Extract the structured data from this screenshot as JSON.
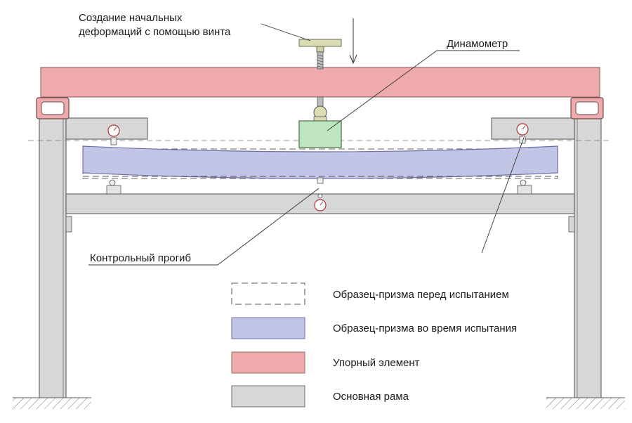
{
  "annotations": {
    "screw_line1": "Создание начальных",
    "screw_line2": "деформаций с помощью винта",
    "dynamometer": "Динамометр",
    "control_deflection": "Контрольный прогиб"
  },
  "legend": [
    {
      "label": "Образец-призма перед испытанием",
      "style": "dashed",
      "fill": "#ffffff",
      "stroke": "#555555"
    },
    {
      "label": "Образец-призма во время испытания",
      "style": "solid",
      "fill": "#c3c5e6",
      "stroke": "#6c6fa8"
    },
    {
      "label": "Упорный элемент",
      "style": "solid",
      "fill": "#eeaaad",
      "stroke": "#9a6a6c"
    },
    {
      "label": "Основная рама",
      "style": "solid",
      "fill": "#d6d7d6",
      "stroke": "#6b6b6b"
    }
  ],
  "colors": {
    "frame": "#d6d7d6",
    "thrust": "#eeaaad",
    "specimen": "#c3c5e6",
    "dynamometer": "#bfe5bf",
    "lines": "#444444"
  }
}
